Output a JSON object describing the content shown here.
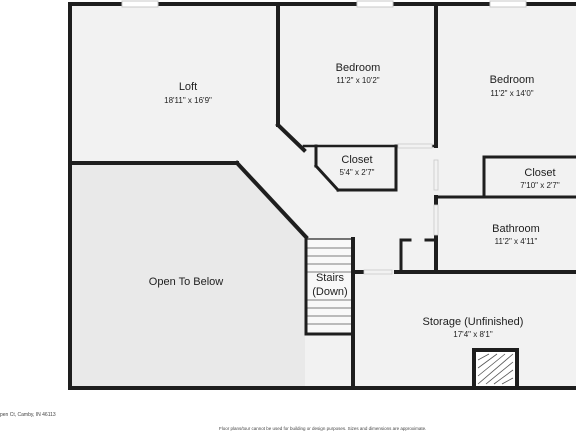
{
  "rooms": [
    {
      "id": "loft",
      "name": "Loft",
      "dims": "18'11\" x 16'9\""
    },
    {
      "id": "bedroom-1",
      "name": "Bedroom",
      "dims": "11'2\" x 10'2\""
    },
    {
      "id": "bedroom-2",
      "name": "Bedroom",
      "dims": "11'2\" x 14'0\""
    },
    {
      "id": "closet-1",
      "name": "Closet",
      "dims": "5'4\" x 2'7\""
    },
    {
      "id": "closet-2",
      "name": "Closet",
      "dims": "7'10\" x 2'7\""
    },
    {
      "id": "bathroom",
      "name": "Bathroom",
      "dims": "11'2\" x 4'11\""
    },
    {
      "id": "open-to-below",
      "name": "Open To Below",
      "dims": ""
    },
    {
      "id": "stairs",
      "name": "Stairs",
      "name2": "(Down)",
      "dims": ""
    },
    {
      "id": "storage",
      "name": "Storage (Unfinished)",
      "dims": "17'4\" x 8'1\""
    }
  ],
  "footer": {
    "address": "pen Ct, Camby, IN 46113",
    "disclaimer": "Floor plans/tour cannot be used for building or design purposes. Sizes and dimensions are approximate."
  },
  "colors": {
    "wall": "#1e1e1e",
    "floor": "#f2f2f2",
    "open_area": "#e9e9e9",
    "window": "#c8c8c8"
  }
}
